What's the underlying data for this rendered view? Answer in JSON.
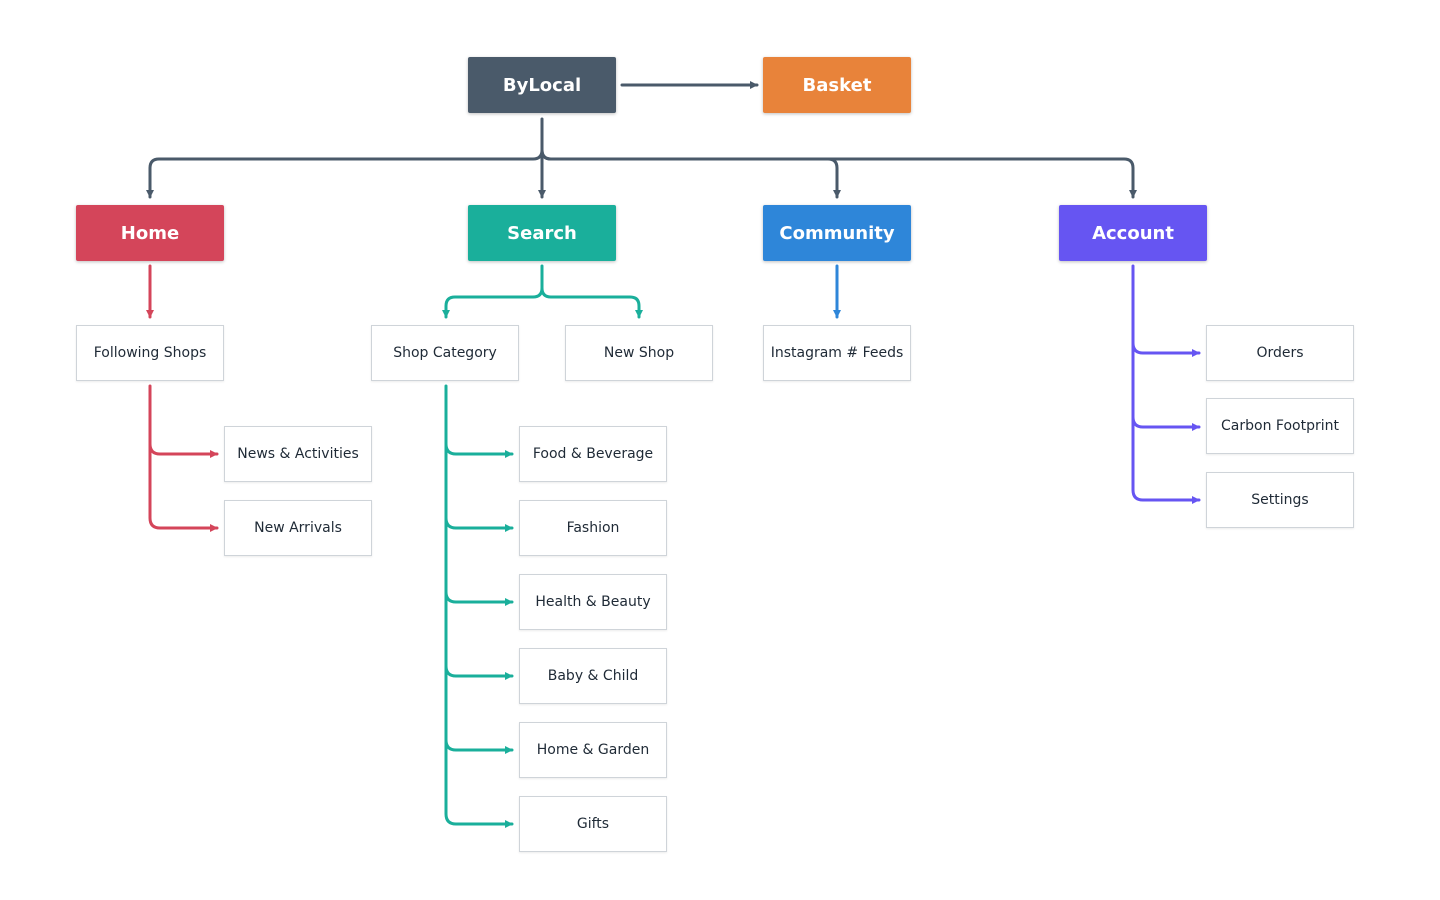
{
  "colors": {
    "root": "#4a5a6a",
    "basket": "#e8833a",
    "home": "#d4455a",
    "search": "#1aaf9b",
    "community": "#2e86d9",
    "account": "#6655f2"
  },
  "nodes": {
    "bylocal": "ByLocal",
    "basket": "Basket",
    "home": "Home",
    "search": "Search",
    "community": "Community",
    "account": "Account",
    "following_shops": "Following Shops",
    "news_activities": "News & Activities",
    "new_arrivals": "New Arrivals",
    "shop_category": "Shop Category",
    "new_shop": "New Shop",
    "food_beverage": "Food & Beverage",
    "fashion": "Fashion",
    "health_beauty": "Health & Beauty",
    "baby_child": "Baby & Child",
    "home_garden": "Home & Garden",
    "gifts": "Gifts",
    "instagram_feeds": "Instagram # Feeds",
    "orders": "Orders",
    "carbon_footprint": "Carbon Footprint",
    "settings": "Settings"
  }
}
